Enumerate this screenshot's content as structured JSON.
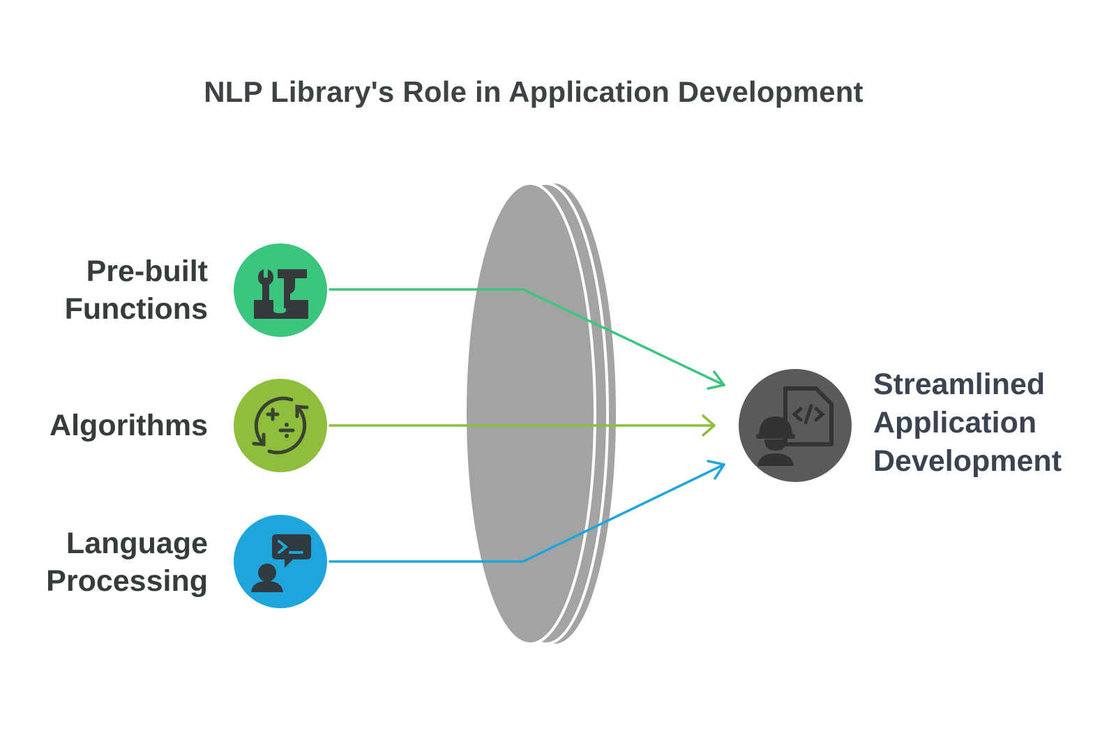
{
  "title": "NLP Library's Role in Application Development",
  "inputs": [
    {
      "label_lines": [
        "Pre-built",
        "Functions"
      ],
      "icon": "toolbox-icon",
      "color": "#3cc57f"
    },
    {
      "label_lines": [
        "Algorithms"
      ],
      "icon": "calculation-cycle-icon",
      "color": "#8fbe3c"
    },
    {
      "label_lines": [
        "Language",
        "Processing"
      ],
      "icon": "person-terminal-chat-icon",
      "color": "#1ea6dc"
    }
  ],
  "output": {
    "label_lines": [
      "Streamlined",
      "Application",
      "Development"
    ],
    "icon": "developer-code-icon",
    "color": "#5a5a5a"
  },
  "lens": {
    "color": "#a3a3a3"
  }
}
